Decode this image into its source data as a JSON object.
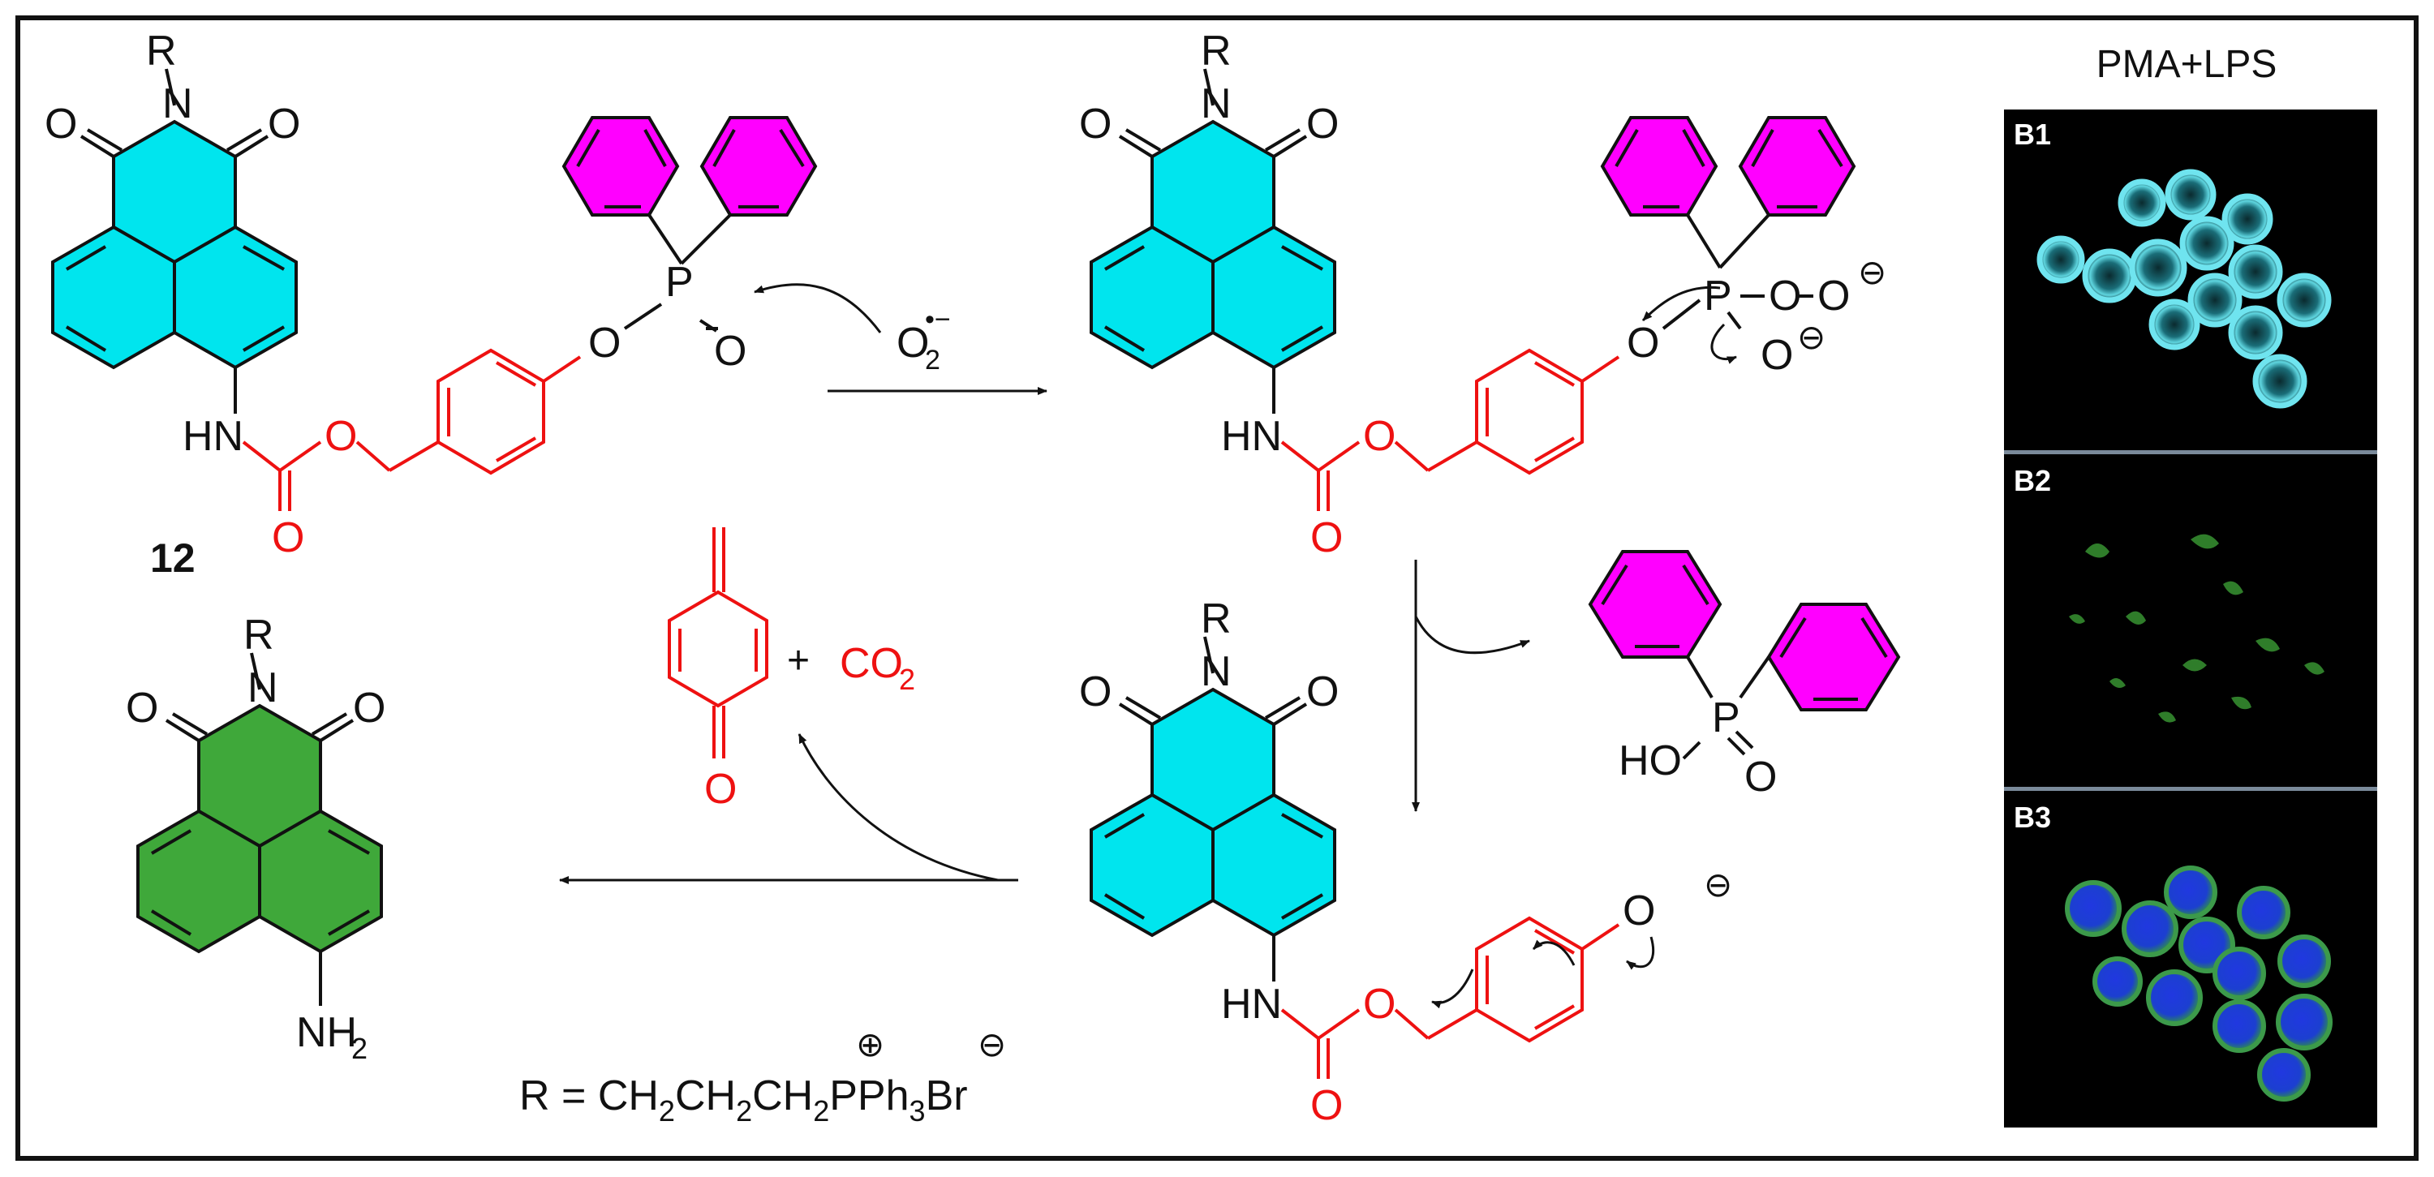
{
  "header": {
    "title": "PMA+LPS"
  },
  "compound": {
    "number": "12"
  },
  "reagent": {
    "superoxide": "O",
    "sub": "2",
    "sup": "•−"
  },
  "products": {
    "plus": "+",
    "co2": "CO",
    "co2_sub": "2"
  },
  "r_definition": {
    "prefix": "R = CH",
    "s1": "2",
    "m1": "CH",
    "s2": "2",
    "m2": "CH",
    "s3": "2",
    "m3": "PPh",
    "s4": "3",
    "end": "Br",
    "charge_plus": "⊕",
    "charge_minus": "⊖"
  },
  "atoms": {
    "R": "R",
    "N": "N",
    "O": "O",
    "P": "P",
    "HN": "HN",
    "HO": "HO",
    "NH2": "NH",
    "NH2_sub": "2",
    "minus": "⊖"
  },
  "panels": [
    {
      "label": "B1",
      "stain": "cyan"
    },
    {
      "label": "B2",
      "stain": "green"
    },
    {
      "label": "B3",
      "stain": "merge"
    }
  ],
  "colors": {
    "cyan": "#00e5ee",
    "magenta": "#ff00ff",
    "green": "#3fa83a",
    "red": "#ee1111",
    "black": "#111111"
  }
}
